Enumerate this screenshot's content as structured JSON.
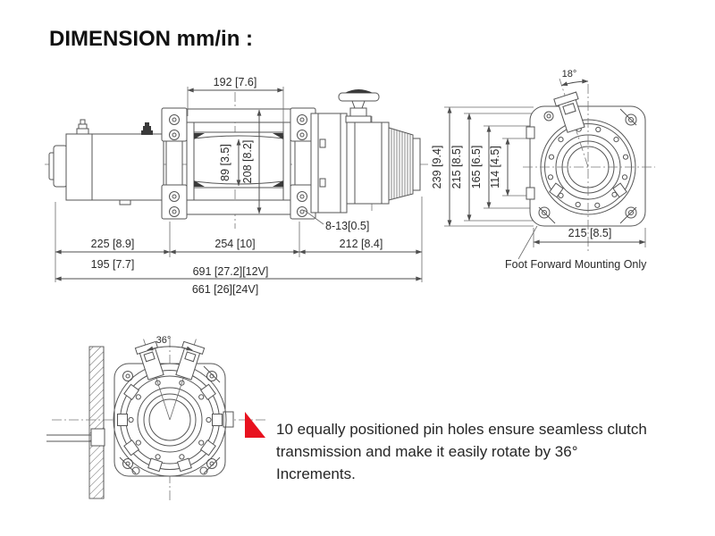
{
  "title": "DIMENSION mm/in :",
  "side_view": {
    "dim_drum_length": "192 [7.6]",
    "dim_drum_diameter": "89 [3.5]",
    "dim_overall_height": "208 [8.2]",
    "dim_mount_holes": "8-13[0.5]",
    "dim_motor_section": "225 [8.9]",
    "dim_center_section": "254 [10]",
    "dim_gear_section": "212 [8.4]",
    "dim_motor_alt": "195 [7.7]",
    "dim_overall_12v": "691 [27.2][12V]",
    "dim_overall_24v": "661 [26][24V]"
  },
  "end_view": {
    "dim_lever_angle": "18°",
    "dim_overall_height": "239 [9.4]",
    "dim_bolt_height": "215 [8.5]",
    "dim_flange_height": "165 [6.5]",
    "dim_bore_height": "114 [4.5]",
    "dim_width": "215 [8.5]",
    "caption": "Foot Forward Mounting Only"
  },
  "rotation_view": {
    "dim_step_angle": "36°"
  },
  "note": {
    "lines": [
      "10 equally positioned pin holes ensure seamless clutch",
      "transmission and make it easily rotate by 36°",
      "Increments."
    ]
  },
  "colors": {
    "accent_red": "#e8121f",
    "line": "#555555",
    "text": "#262626"
  }
}
